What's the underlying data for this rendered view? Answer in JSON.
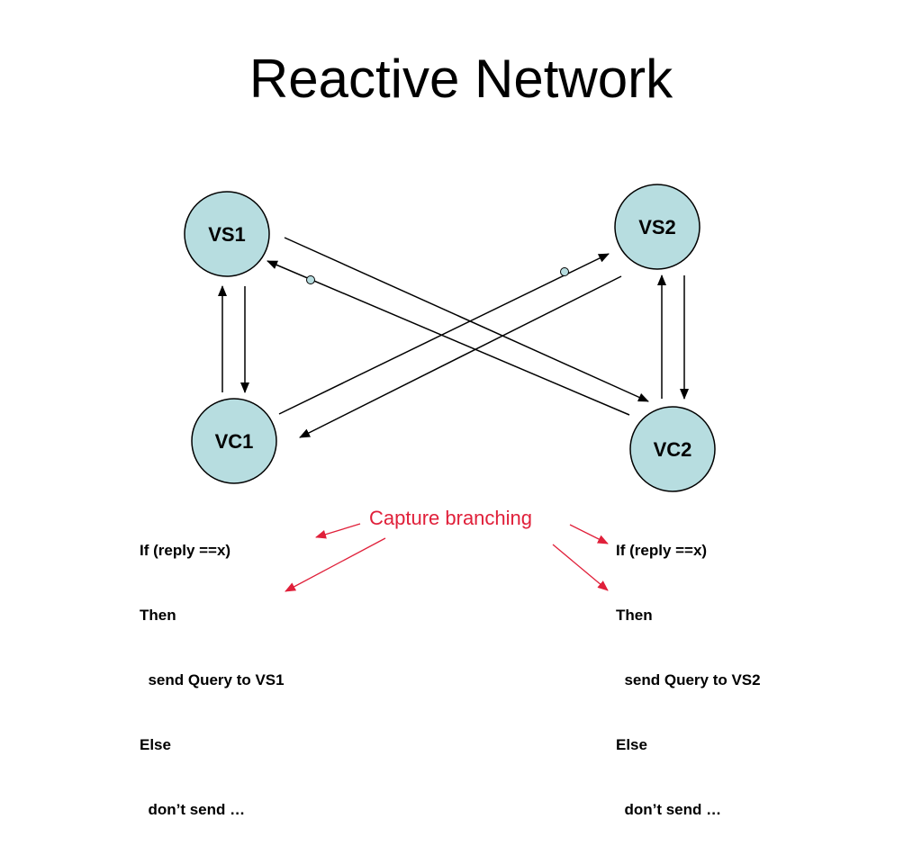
{
  "title": "Reactive Network",
  "nodes": {
    "vs1": "VS1",
    "vs2": "VS2",
    "vc1": "VC1",
    "vc2": "VC2"
  },
  "colors": {
    "node_fill": "#b7dde0",
    "edge": "#000000",
    "annotation": "#e0203a"
  },
  "left_rule": [
    "If (reply ==x)",
    "Then",
    "  send Query to VS1",
    "Else",
    "  don’t send …"
  ],
  "right_rule": [
    "If (reply ==x)",
    "Then",
    "  send Query to VS2",
    "Else",
    "  don’t send …"
  ],
  "annotation": "Capture branching"
}
